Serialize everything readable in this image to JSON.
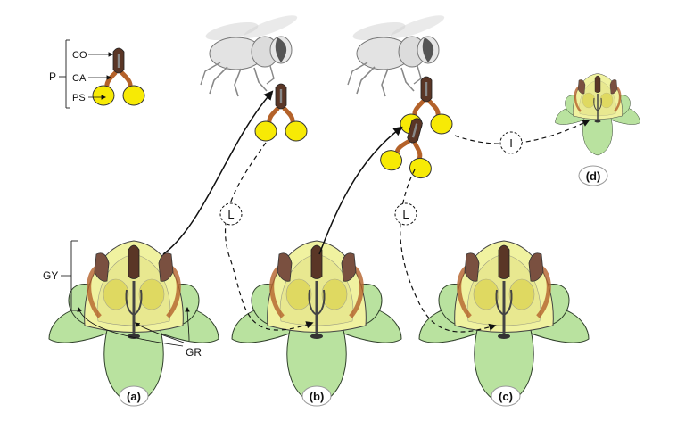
{
  "labels": {
    "co": "CO",
    "ca": "CA",
    "ps": "PS",
    "p": "P",
    "gy": "GY",
    "gr": "GR",
    "l1": "L",
    "l2": "L",
    "i": "I"
  },
  "panels": {
    "a": "(a)",
    "b": "(b)",
    "c": "(c)",
    "d": "(d)"
  },
  "colors": {
    "petal": "#b9e29f",
    "petal_stroke": "#2f3f2a",
    "pollen": "#f7ea05",
    "corpusculum": "#5a3626",
    "caudicle": "#b4622a",
    "guide_yellow": "#f0f2a0",
    "fly_body": "#d9d9d9",
    "fly_eye": "#555555"
  },
  "icons": {
    "fly": "fly-pollinator-icon",
    "flower": "asclepiad-flower-icon",
    "pollinarium": "pollinarium-icon"
  }
}
